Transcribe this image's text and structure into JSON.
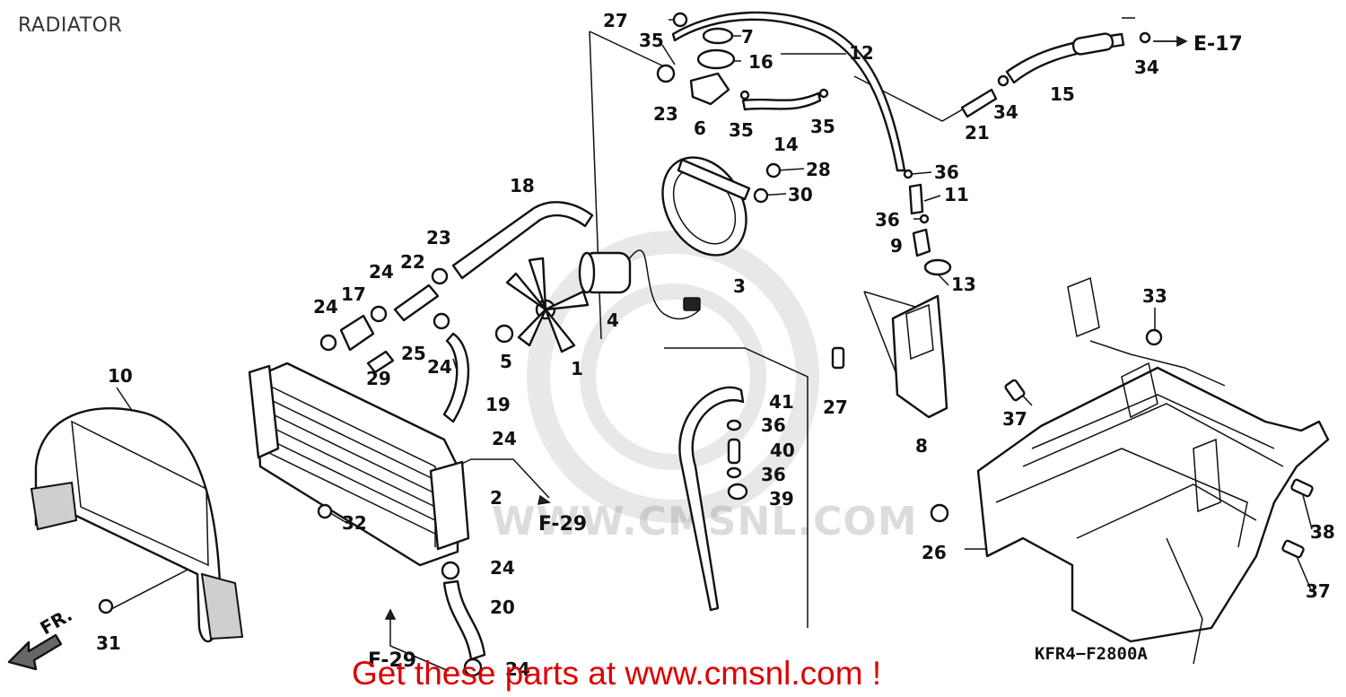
{
  "header": {
    "title": "RADIATOR"
  },
  "footer": {
    "diagram_code": "KFR4−F2800A",
    "promo": "Get these parts at www.cmsnl.com !"
  },
  "watermark": {
    "text": "WWW.CMSNL.COM"
  },
  "references": [
    {
      "label": "E-17"
    },
    {
      "label": "F-29"
    },
    {
      "label": "F-29"
    }
  ],
  "fr_marker": "FR.",
  "callouts": [
    {
      "label": "27"
    },
    {
      "label": "35"
    },
    {
      "label": "7"
    },
    {
      "label": "12"
    },
    {
      "label": "16"
    },
    {
      "label": "23"
    },
    {
      "label": "6"
    },
    {
      "label": "35"
    },
    {
      "label": "14"
    },
    {
      "label": "35"
    },
    {
      "label": "34"
    },
    {
      "label": "15"
    },
    {
      "label": "34"
    },
    {
      "label": "21"
    },
    {
      "label": "36"
    },
    {
      "label": "28"
    },
    {
      "label": "30"
    },
    {
      "label": "11"
    },
    {
      "label": "36"
    },
    {
      "label": "9"
    },
    {
      "label": "13"
    },
    {
      "label": "18"
    },
    {
      "label": "3"
    },
    {
      "label": "23"
    },
    {
      "label": "22"
    },
    {
      "label": "24"
    },
    {
      "label": "17"
    },
    {
      "label": "24"
    },
    {
      "label": "4"
    },
    {
      "label": "33"
    },
    {
      "label": "5"
    },
    {
      "label": "1"
    },
    {
      "label": "25"
    },
    {
      "label": "29"
    },
    {
      "label": "24"
    },
    {
      "label": "27"
    },
    {
      "label": "10"
    },
    {
      "label": "19"
    },
    {
      "label": "41"
    },
    {
      "label": "36"
    },
    {
      "label": "37"
    },
    {
      "label": "24"
    },
    {
      "label": "40"
    },
    {
      "label": "8"
    },
    {
      "label": "36"
    },
    {
      "label": "2"
    },
    {
      "label": "39"
    },
    {
      "label": "32"
    },
    {
      "label": "38"
    },
    {
      "label": "24"
    },
    {
      "label": "26"
    },
    {
      "label": "37"
    },
    {
      "label": "20"
    },
    {
      "label": "31"
    },
    {
      "label": "24"
    }
  ]
}
